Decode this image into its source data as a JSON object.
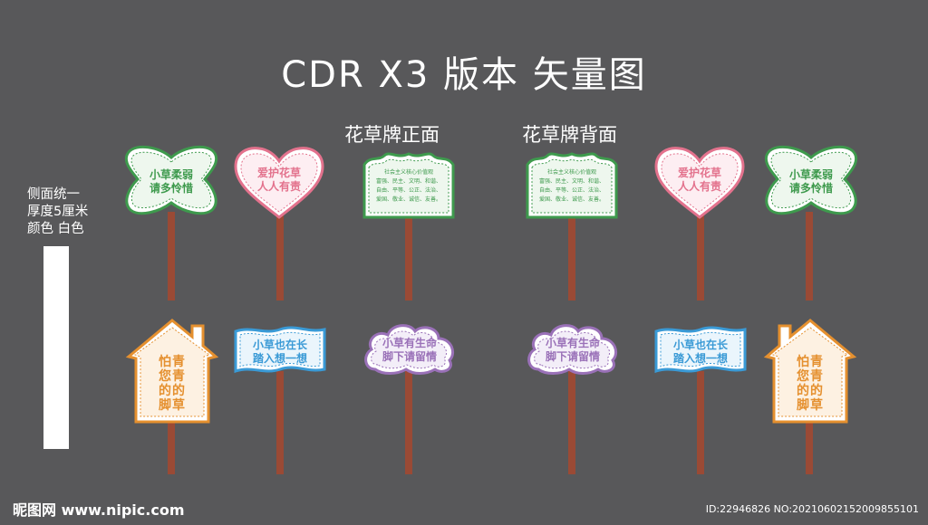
{
  "title": "CDR X3 版本  矢量图",
  "subtitle_front": "花草牌正面",
  "subtitle_back": "花草牌背面",
  "side_note": "侧面统一\n厚度5厘米\n颜色 白色",
  "signs": {
    "butterfly": "小草柔弱\n请多怜惜",
    "heart": "爱护花草\n人人有责",
    "values": "社会主义核心价值观\n富强、民主、文明、和谐、\n自由、平等、公正、法治、\n爱国、敬业、诚信、友善。",
    "house": "怕青\n您青\n的的\n脚草",
    "banner": "小草也在长\n踏入想一想",
    "cloud": "小草有生命\n脚下请留情"
  },
  "colors": {
    "background": "#58585a",
    "green": "#3e9a4d",
    "pink": "#e3728d",
    "orange": "#e5902f",
    "blue": "#3a9ad6",
    "purple": "#9a71b8",
    "pole": "#9a4a35"
  },
  "footer": {
    "logo": "昵图网 www.nipic.com",
    "id": "ID:22946826 NO:20210602152009855101"
  }
}
